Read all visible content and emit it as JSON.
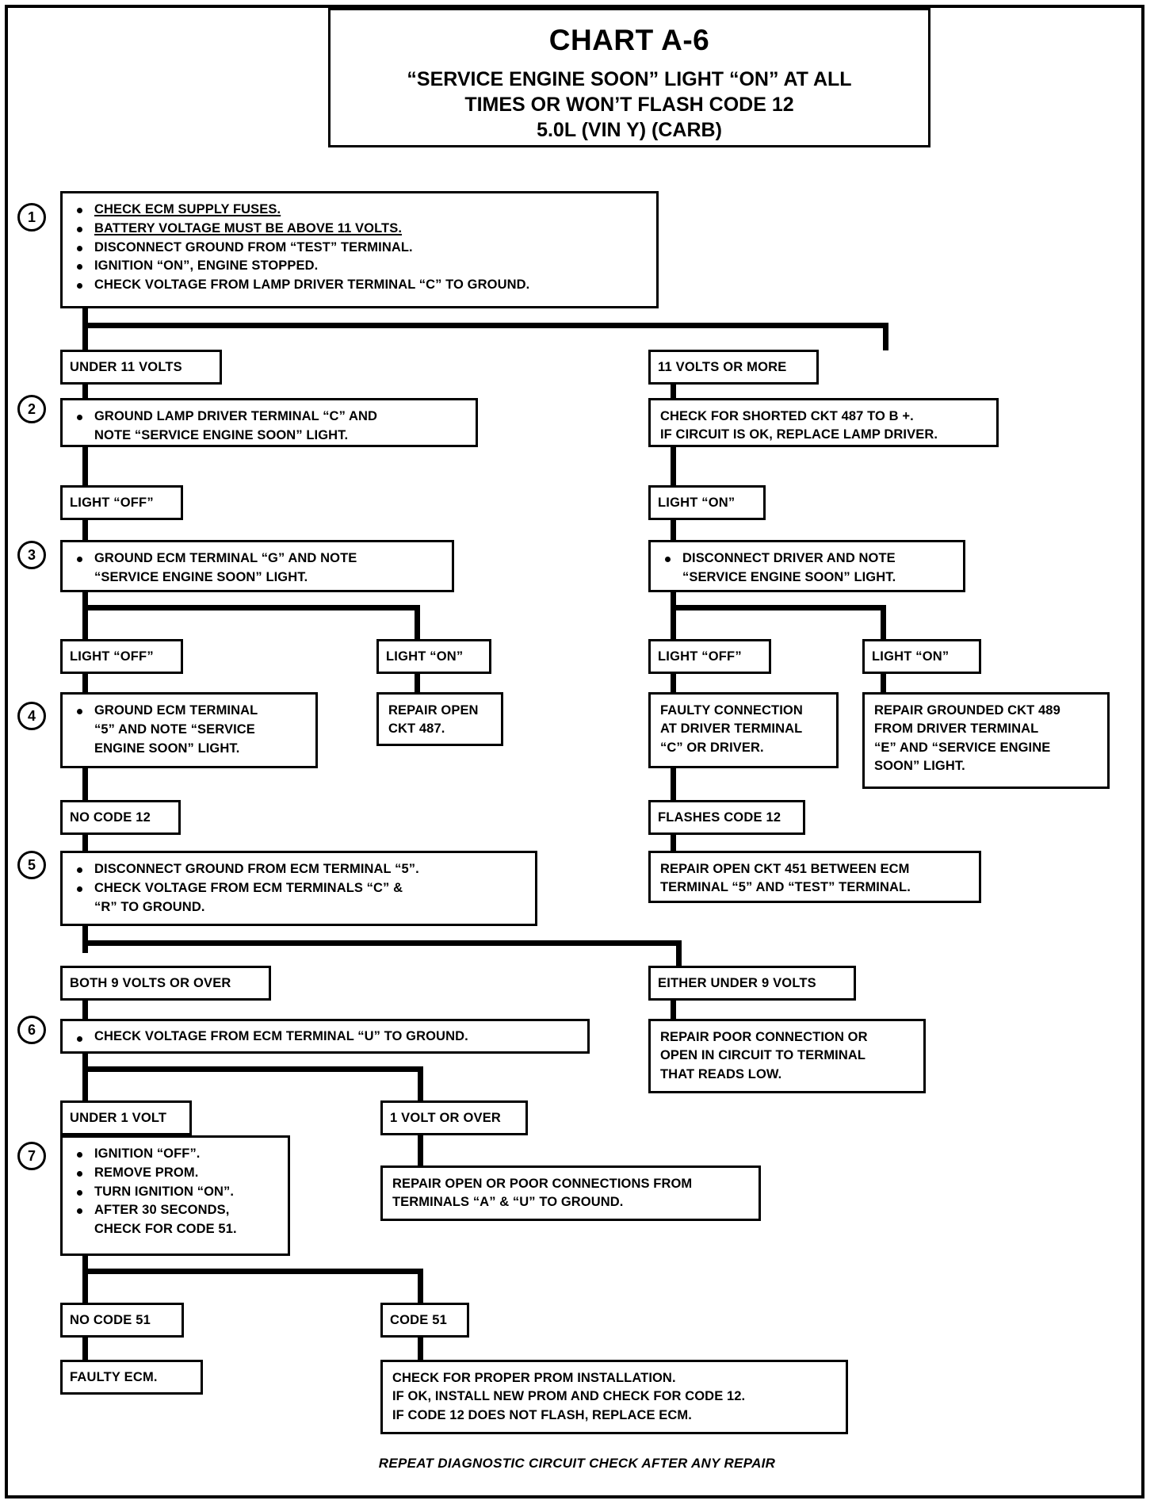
{
  "header": {
    "chart_number": "CHART A-6",
    "title_line_1": "“SERVICE ENGINE SOON” LIGHT “ON” AT ALL",
    "title_line_2": "TIMES OR WON’T FLASH CODE 12",
    "title_line_3": "5.0L  (VIN Y)  (CARB)"
  },
  "footer": {
    "note": "REPEAT DIAGNOSTIC CIRCUIT CHECK AFTER ANY REPAIR"
  },
  "steps": {
    "s1": "1",
    "s2": "2",
    "s3": "3",
    "s4": "4",
    "s5": "5",
    "s6": "6",
    "s7": "7"
  },
  "step1": {
    "bullets": [
      "CHECK ECM SUPPLY FUSES.",
      "BATTERY VOLTAGE MUST BE ABOVE 11 VOLTS.",
      "DISCONNECT GROUND FROM “TEST” TERMINAL.",
      "IGNITION “ON”, ENGINE STOPPED.",
      "CHECK VOLTAGE FROM LAMP DRIVER TERMINAL “C” TO GROUND."
    ]
  },
  "branch1": {
    "left_label": "UNDER 11 VOLTS",
    "right_label": "11 VOLTS OR MORE"
  },
  "step2": {
    "bullet_line_1": "GROUND LAMP DRIVER TERMINAL “C” AND",
    "bullet_line_2": "NOTE “SERVICE ENGINE SOON” LIGHT.",
    "right_line_1": "CHECK  FOR SHORTED CKT 487 TO B +.",
    "right_line_2": "IF CIRCUIT IS OK, REPLACE LAMP DRIVER."
  },
  "branch2": {
    "left_label": "LIGHT “OFF”",
    "right_label": "LIGHT “ON”"
  },
  "step3": {
    "left_line_1": "GROUND ECM TERMINAL “G” AND NOTE",
    "left_line_2": "“SERVICE ENGINE SOON” LIGHT.",
    "right_line_1": "DISCONNECT DRIVER AND NOTE",
    "right_line_2": "“SERVICE ENGINE SOON” LIGHT."
  },
  "branch3": {
    "left_off": "LIGHT “OFF”",
    "left_on": "LIGHT “ON”",
    "right_off": "LIGHT “OFF”",
    "right_on": "LIGHT “ON”"
  },
  "step4": {
    "left_line_1": "GROUND  ECM TERMINAL",
    "left_line_2": "“5” AND NOTE “SERVICE",
    "left_line_3": "ENGINE SOON” LIGHT.",
    "mid_line_1": "REPAIR OPEN",
    "mid_line_2": "CKT 487.",
    "r_off_line_1": "FAULTY CONNECTION",
    "r_off_line_2": "AT DRIVER TERMINAL",
    "r_off_line_3": "“C” OR DRIVER.",
    "r_on_line_1": "REPAIR GROUNDED CKT 489",
    "r_on_line_2": "FROM DRIVER TERMINAL",
    "r_on_line_3": "“E” AND “SERVICE ENGINE",
    "r_on_line_4": "SOON” LIGHT."
  },
  "branch4": {
    "left_label": "NO CODE 12",
    "right_label": "FLASHES CODE 12"
  },
  "step5": {
    "bullets": [
      "DISCONNECT GROUND FROM ECM TERMINAL “5”.",
      "CHECK VOLTAGE FROM ECM TERMINALS “C” &"
    ],
    "bullet_2_cont": "“R” TO GROUND.",
    "right_line_1": "REPAIR OPEN CKT 451 BETWEEN ECM",
    "right_line_2": "TERMINAL “5” AND “TEST” TERMINAL."
  },
  "branch5": {
    "left_label": "BOTH 9 VOLTS OR OVER",
    "right_label": "EITHER UNDER 9 VOLTS"
  },
  "step6": {
    "bullet": "CHECK VOLTAGE FROM ECM TERMINAL “U” TO GROUND.",
    "right_line_1": "REPAIR POOR CONNECTION OR",
    "right_line_2": "OPEN IN CIRCUIT TO TERMINAL",
    "right_line_3": "THAT READS LOW."
  },
  "branch6": {
    "left_label": "UNDER 1 VOLT",
    "right_label": "1 VOLT OR OVER"
  },
  "step7": {
    "bullets": [
      "IGNITION “OFF”.",
      "REMOVE PROM.",
      "TURN IGNITION “ON”.",
      "AFTER 30 SECONDS,"
    ],
    "bullet_4_cont": "CHECK FOR CODE 51.",
    "right_line_1": "REPAIR OPEN OR POOR CONNECTIONS FROM",
    "right_line_2": "TERMINALS “A” & “U” TO GROUND."
  },
  "branch7": {
    "left_label": "NO CODE 51",
    "right_label": "CODE 51"
  },
  "result": {
    "left_label": "FAULTY ECM.",
    "right_line_1": "CHECK FOR PROPER PROM INSTALLATION.",
    "right_line_2": "IF OK, INSTALL NEW PROM AND CHECK FOR CODE 12.",
    "right_line_3": "IF CODE 12 DOES NOT FLASH, REPLACE ECM."
  },
  "colors": {
    "ink": "#000000",
    "paper": "#ffffff"
  }
}
